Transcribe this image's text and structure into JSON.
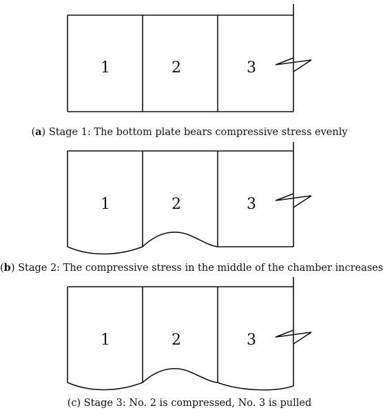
{
  "panels": [
    {
      "cells": [
        "1",
        "2",
        "3"
      ],
      "caption": {
        "open": "(",
        "letter": "a",
        "rest": ") Stage 1: The bottom plate bears compressive stress evenly"
      }
    },
    {
      "cells": [
        "1",
        "2",
        "3"
      ],
      "caption": {
        "open": "(",
        "letter": "b",
        "rest": ") Stage 2: The compressive stress in the middle of the chamber increases"
      }
    },
    {
      "cells": [
        "1",
        "2",
        "3"
      ],
      "caption": {
        "open": "",
        "letter": "",
        "rest": "(c) Stage 3: No. 2 is compressed, No. 3 is pulled"
      }
    }
  ]
}
